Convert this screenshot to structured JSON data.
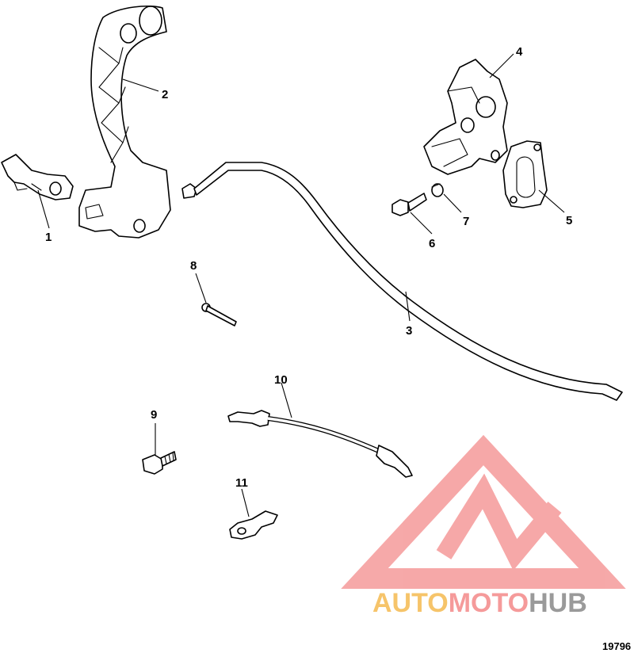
{
  "callouts": {
    "c1": "1",
    "c2": "2",
    "c3": "3",
    "c4": "4",
    "c5": "5",
    "c6": "6",
    "c7": "7",
    "c8": "8",
    "c9": "9",
    "c10": "10",
    "c11": "11"
  },
  "reference_number": "19796",
  "watermark": {
    "part1": "AUTO",
    "part2": "MOTO",
    "part3": "HUB",
    "color_orange": "#f6c46a",
    "color_pink": "#f59a9a",
    "color_gray": "#9a9a9a"
  }
}
